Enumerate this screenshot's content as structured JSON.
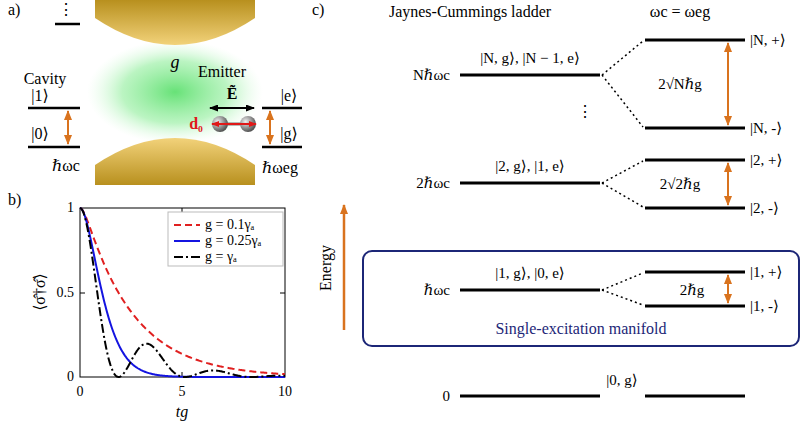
{
  "diagram": {
    "nodes": [
      {
        "text": [
          "Single-excitation manifold"
        ]
      }
    ],
    "labels": [
      "a)",
      "⋮",
      "|1⟩",
      "Cavity",
      "|0⟩",
      "ℏωc",
      "g",
      "Emitter",
      "Ẽ",
      "d₀",
      "|e⟩",
      "|g⟩",
      "ℏωeg",
      "b)",
      "⟨σ̂†σ̂⟩",
      "1",
      "0.5",
      "0",
      "0",
      "5",
      "10",
      "tg",
      "c)",
      "Jaynes-Cummings ladder",
      "ωc = ωeg",
      "Energy",
      "Nℏωc",
      "|N, g⟩, |N − 1, e⟩",
      "2√Nℏg",
      "|N, +⟩",
      "|N, -⟩",
      "⋮",
      "2ℏωc",
      "|2, g⟩, |1, e⟩",
      "2√2ℏg",
      "|2, +⟩",
      "|2, -⟩",
      "ℏωc",
      "|1, g⟩, |0, e⟩",
      "2ℏg",
      "|1, +⟩",
      "|1, -⟩",
      "0",
      "|0, g⟩"
    ],
    "legend": [
      {
        "text": "g = 0.1γₐ"
      },
      {
        "text": "g = 0.25γₐ"
      },
      {
        "text": "g = γₐ"
      }
    ]
  }
}
